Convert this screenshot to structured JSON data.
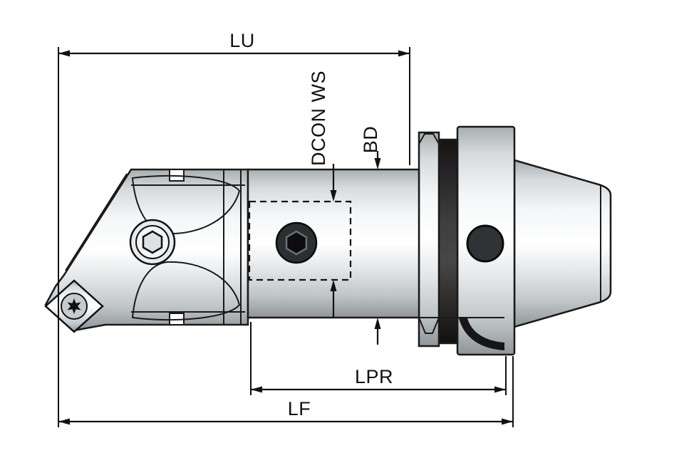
{
  "drawing": {
    "description": "Technical dimension drawing of a milling cutter head with cylindrical shank and HSK taper holder",
    "background_color": "#ffffff",
    "line_color": "#111111",
    "metal_light": "#f4f6f7",
    "metal_dark": "#8f9598",
    "dark_feature_color": "#2b2f31"
  },
  "dimensions": {
    "lu": {
      "label": "LU"
    },
    "dcon_ws": {
      "label": "DCON WS"
    },
    "bd": {
      "label": "BD"
    },
    "lpr": {
      "label": "LPR"
    },
    "lf": {
      "label": "LF"
    }
  }
}
